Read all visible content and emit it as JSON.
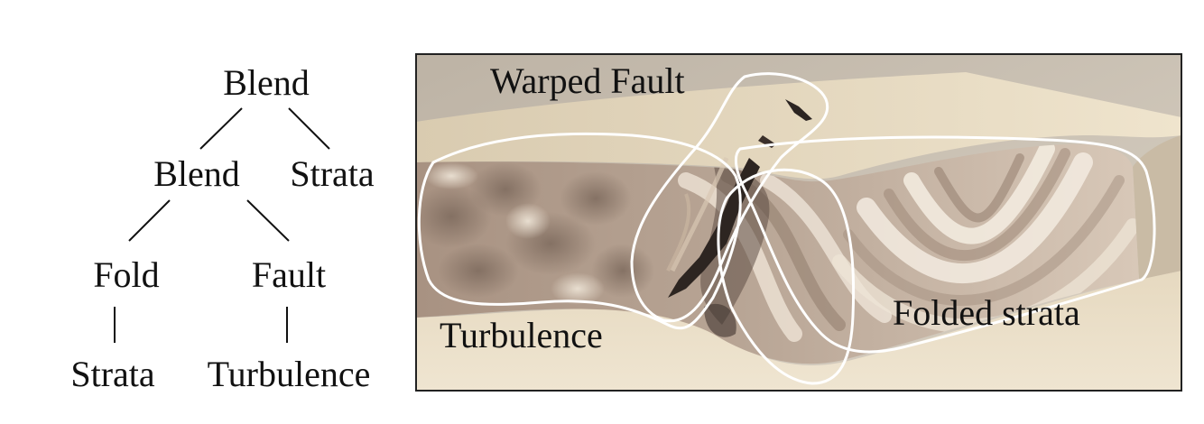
{
  "tree": {
    "root": "Blend",
    "level1_left": "Blend",
    "level1_right": "Strata",
    "level2_left": "Fold",
    "level2_right": "Fault",
    "leaf_left": "Strata",
    "leaf_right": "Turbulence"
  },
  "render": {
    "labels": {
      "warped_fault": "Warped Fault",
      "turbulence": "Turbulence",
      "folded_strata": "Folded strata"
    },
    "colors": {
      "top_surface": "#e9dcc3",
      "background": "#cfc6b8",
      "rock_dark": "#8a7667",
      "rock_light": "#f0e7da",
      "outline": "#ffffff",
      "frame": "#222222"
    }
  }
}
